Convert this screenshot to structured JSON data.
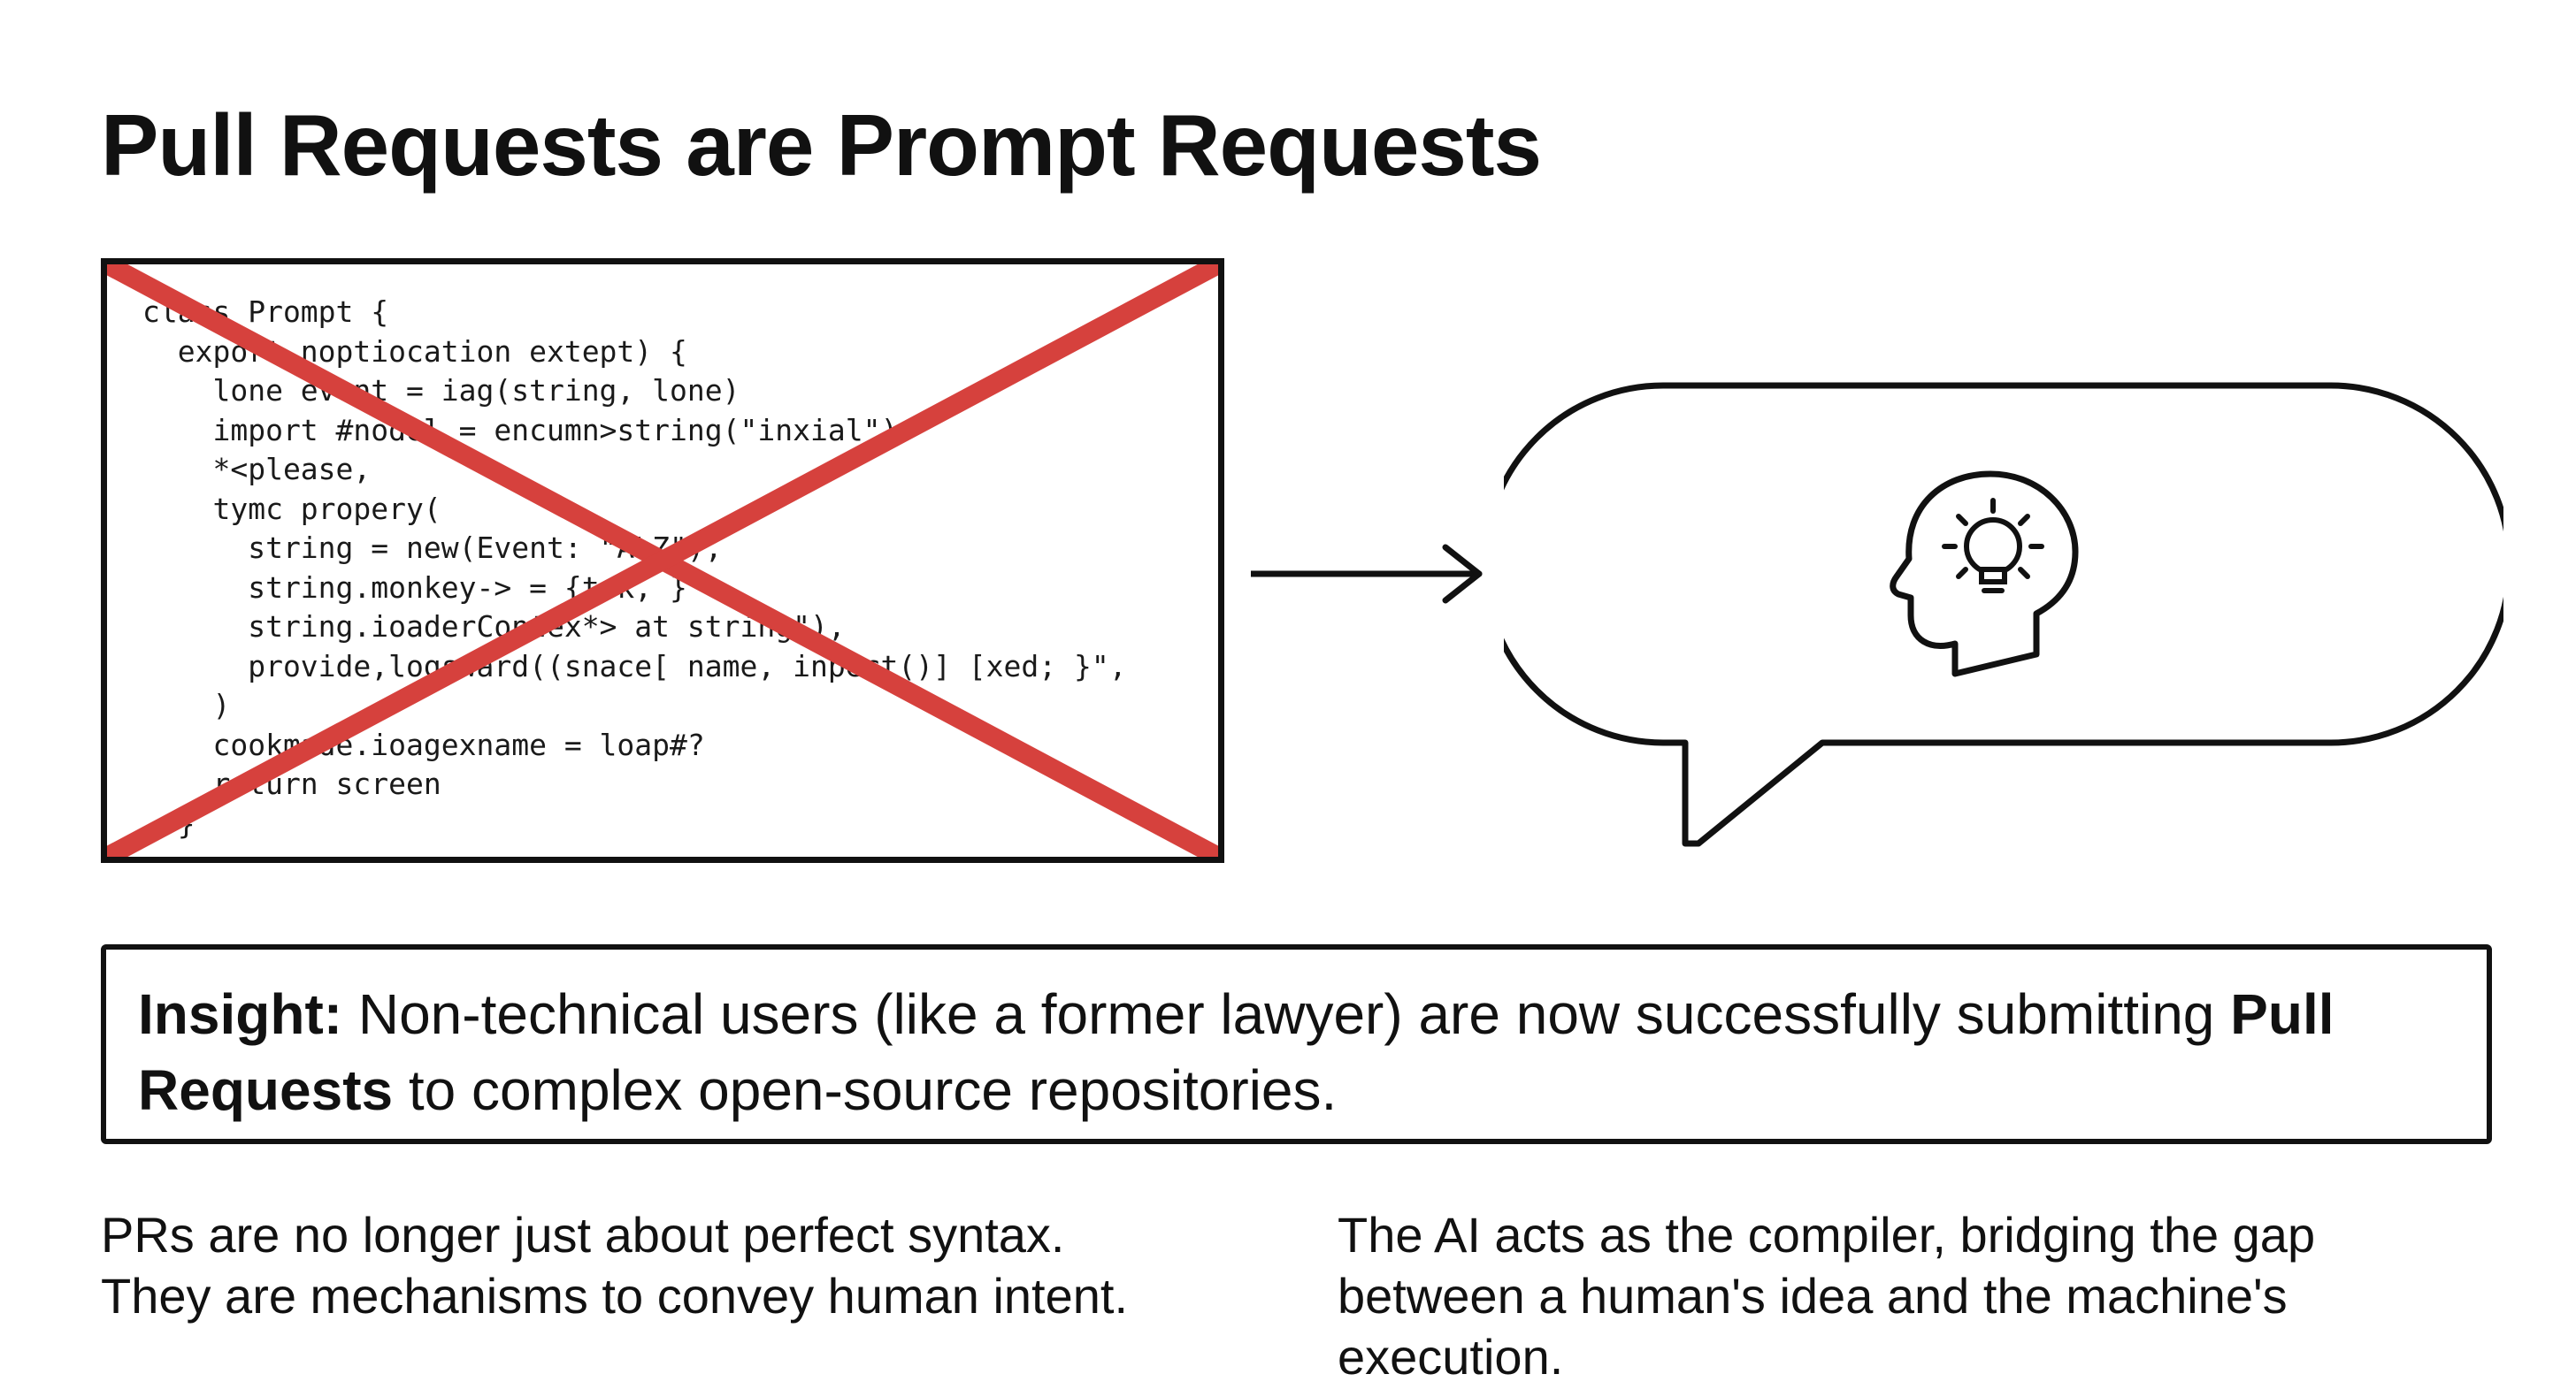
{
  "title": "Pull Requests are Prompt Requests",
  "code_panel": {
    "lines": [
      "class Prompt {",
      "  export noptiocation extept) {",
      "    lone event = iag(string, lone)",
      "    import #nodel = encumn>string(\"inxial\")",
      "    *<please,",
      "    tymc propery(",
      "      string = new(Event: \"ALZ\"),",
      "      string.monkey-> = {tok, }",
      "      string.ioaderContex*> at string\"),",
      "      provide,logsward((snace[ name, inpect()] [xed; }\",",
      "    )",
      "    cookmade.ioagexname = loap#?",
      "    return screen",
      "  }"
    ],
    "cross_color": "#d6413d"
  },
  "insight": {
    "label": "Insight:",
    "text_1": " Non-technical users (like a former lawyer) are now successfully submitting ",
    "emphasis": "Pull Requests",
    "text_2": " to complex open-source repositories."
  },
  "bottom": {
    "left": "PRs are no longer just about perfect syntax.\nThey are mechanisms to convey human intent.",
    "right": "The AI acts as the compiler, bridging the gap\nbetween a human's idea and the machine's\nexecution."
  },
  "icons": {
    "arrow": "arrow-right-icon",
    "bubble": "speech-bubble-icon",
    "head": "head-with-lightbulb-icon"
  }
}
